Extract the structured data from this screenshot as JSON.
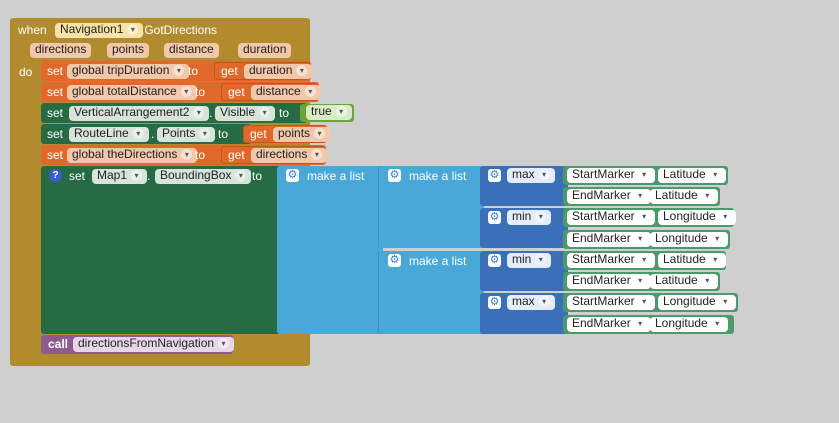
{
  "event": {
    "when": "when",
    "component": "Navigation1",
    "event_name": ".GotDirections",
    "params": [
      "directions",
      "points",
      "distance",
      "duration"
    ],
    "do": "do"
  },
  "labels": {
    "set": "set",
    "to": "to",
    "get": "get",
    "call": "call",
    "dot": ".",
    "make_a_list": "make a list",
    "help": "?"
  },
  "statements": {
    "trip_duration": {
      "var": "global tripDuration",
      "get": "duration"
    },
    "total_distance": {
      "var": "global totalDistance",
      "get": "distance"
    },
    "visible": {
      "component": "VerticalArrangement2",
      "property": "Visible",
      "value": "true"
    },
    "route_line": {
      "component": "RouteLine",
      "property": "Points",
      "get": "points"
    },
    "the_directions": {
      "var": "global theDirections",
      "get": "directions"
    },
    "bounding_box": {
      "component": "Map1",
      "property": "BoundingBox"
    },
    "call_proc": "directionsFromNavigation"
  },
  "bounds": {
    "row1": [
      {
        "op": "max",
        "a": {
          "marker": "StartMarker",
          "prop": "Latitude"
        },
        "b": {
          "marker": "EndMarker",
          "prop": "Latitude"
        }
      },
      {
        "op": "min",
        "a": {
          "marker": "StartMarker",
          "prop": "Longitude"
        },
        "b": {
          "marker": "EndMarker",
          "prop": "Longitude"
        }
      }
    ],
    "row2": [
      {
        "op": "min",
        "a": {
          "marker": "StartMarker",
          "prop": "Latitude"
        },
        "b": {
          "marker": "EndMarker",
          "prop": "Latitude"
        }
      },
      {
        "op": "max",
        "a": {
          "marker": "StartMarker",
          "prop": "Longitude"
        },
        "b": {
          "marker": "EndMarker",
          "prop": "Longitude"
        }
      }
    ]
  },
  "colors": {
    "event": "#b38b2f",
    "variables": "#e0682a",
    "component": "#266b44",
    "lists": "#4aa8d8",
    "math": "#3b6fb8",
    "component_getter": "#4b9a6c",
    "logic": "#6aa43a",
    "procedure": "#8f5a8f"
  }
}
